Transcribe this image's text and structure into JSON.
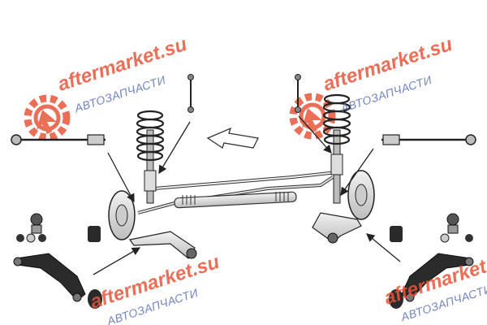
{
  "colors": {
    "brand_red": "#e8553a",
    "brand_blue": "#5a6fb8",
    "part_dark": "#1c1c1c",
    "part_gray": "#9a9a9a",
    "part_light": "#e2e2e2",
    "arrow": "#222222"
  },
  "watermark": {
    "site": "aftermarket.su",
    "subtitle": "АВТОЗАПЧАСТИ"
  },
  "direction_arrow": {
    "shape": "hollow-arrow",
    "meaning": "forward"
  },
  "parts": [
    "coil-spring-strut-left",
    "coil-spring-strut-right",
    "stabilizer-link-left",
    "stabilizer-link-right",
    "tie-rod-end-left",
    "tie-rod-end-right",
    "ball-joint-left",
    "ball-joint-right",
    "bushing-left",
    "bushing-right",
    "control-arm-left",
    "control-arm-right",
    "front-subframe-axle"
  ]
}
